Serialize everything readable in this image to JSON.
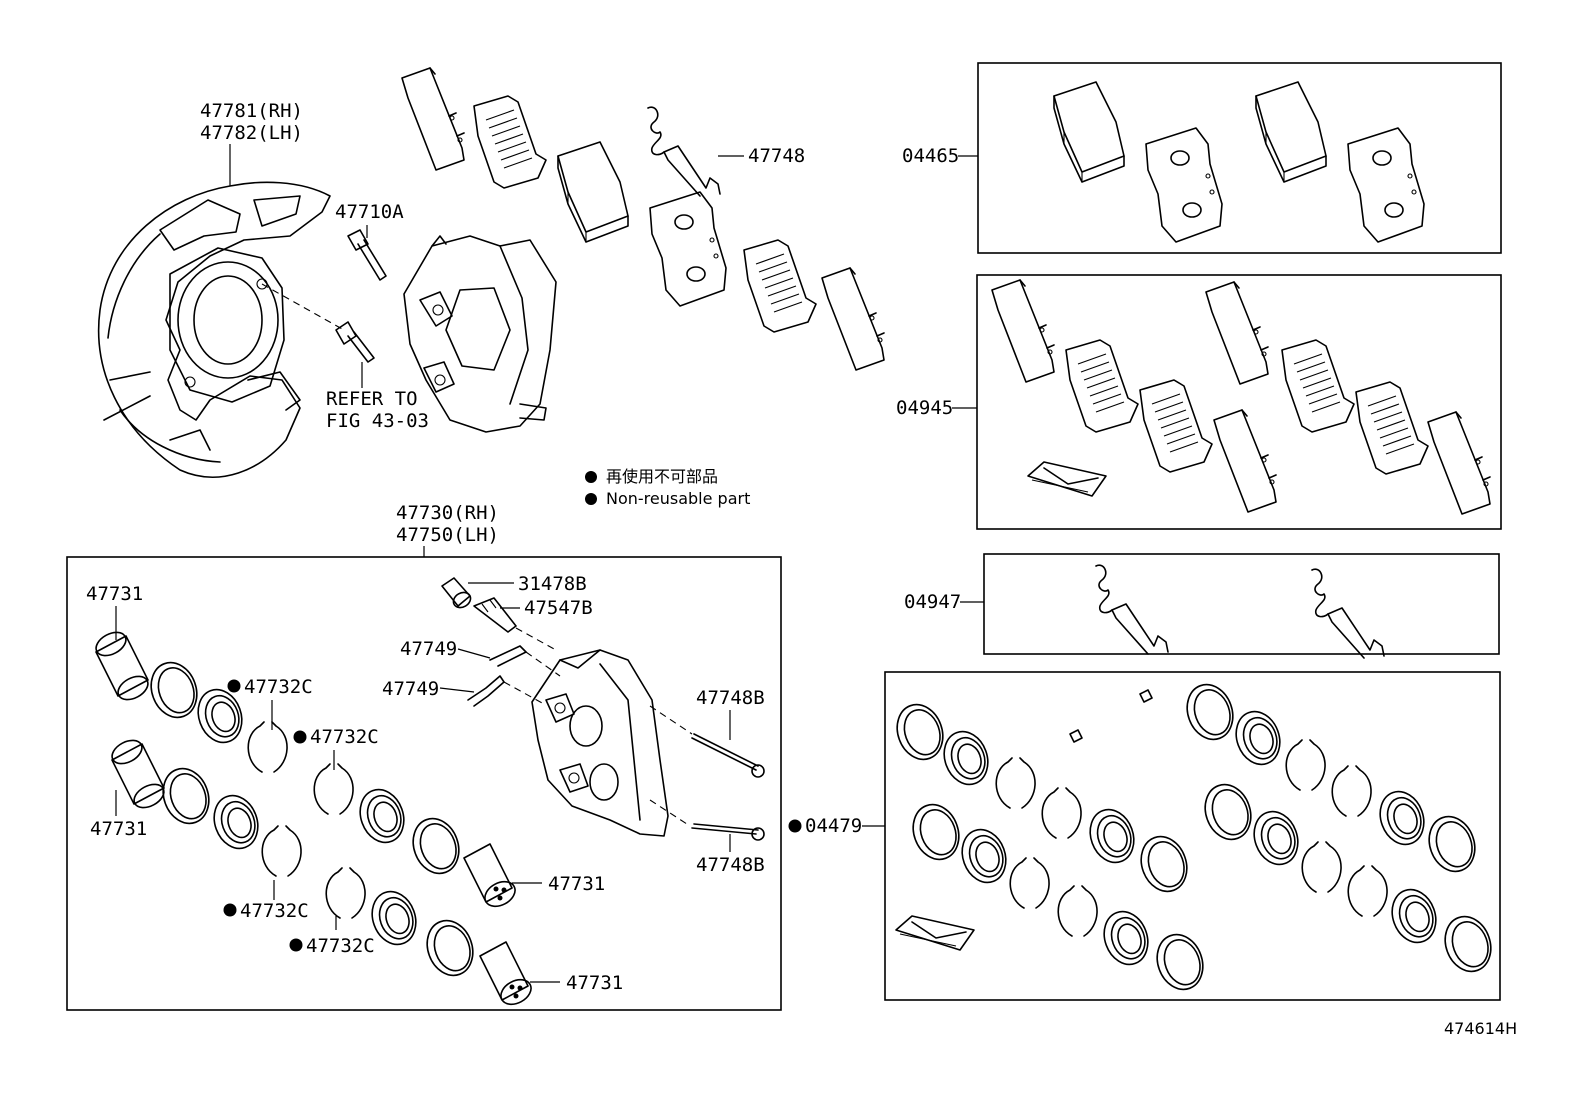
{
  "labels": {
    "dust_cover_rh": "47781(RH)",
    "dust_cover_lh": "47782(LH)",
    "bolt_47710a": "47710A",
    "refer_line1": "REFER TO",
    "refer_line2": "FIG 43-03",
    "spring_47748": "47748",
    "kit_04465": "04465",
    "kit_04945": "04945",
    "kit_04947": "04947",
    "kit_04479": "04479",
    "caliper_rh": "47730(RH)",
    "caliper_lh": "47750(LH)",
    "piston_top": "47731",
    "piston_left2": "47731",
    "piston_right1": "47731",
    "piston_right2": "47731",
    "seal_1": "47732C",
    "seal_2": "47732C",
    "seal_3": "47732C",
    "seal_4": "47732C",
    "cap_31478b": "31478B",
    "plug_47547b": "47547B",
    "clip_47749_a": "47749",
    "clip_47749_b": "47749",
    "pin_47748b_a": "47748B",
    "pin_47748b_b": "47748B",
    "diagram_id": "474614H"
  },
  "legend": {
    "jp": "再使用不可部品",
    "en": "Non-reusable part"
  }
}
